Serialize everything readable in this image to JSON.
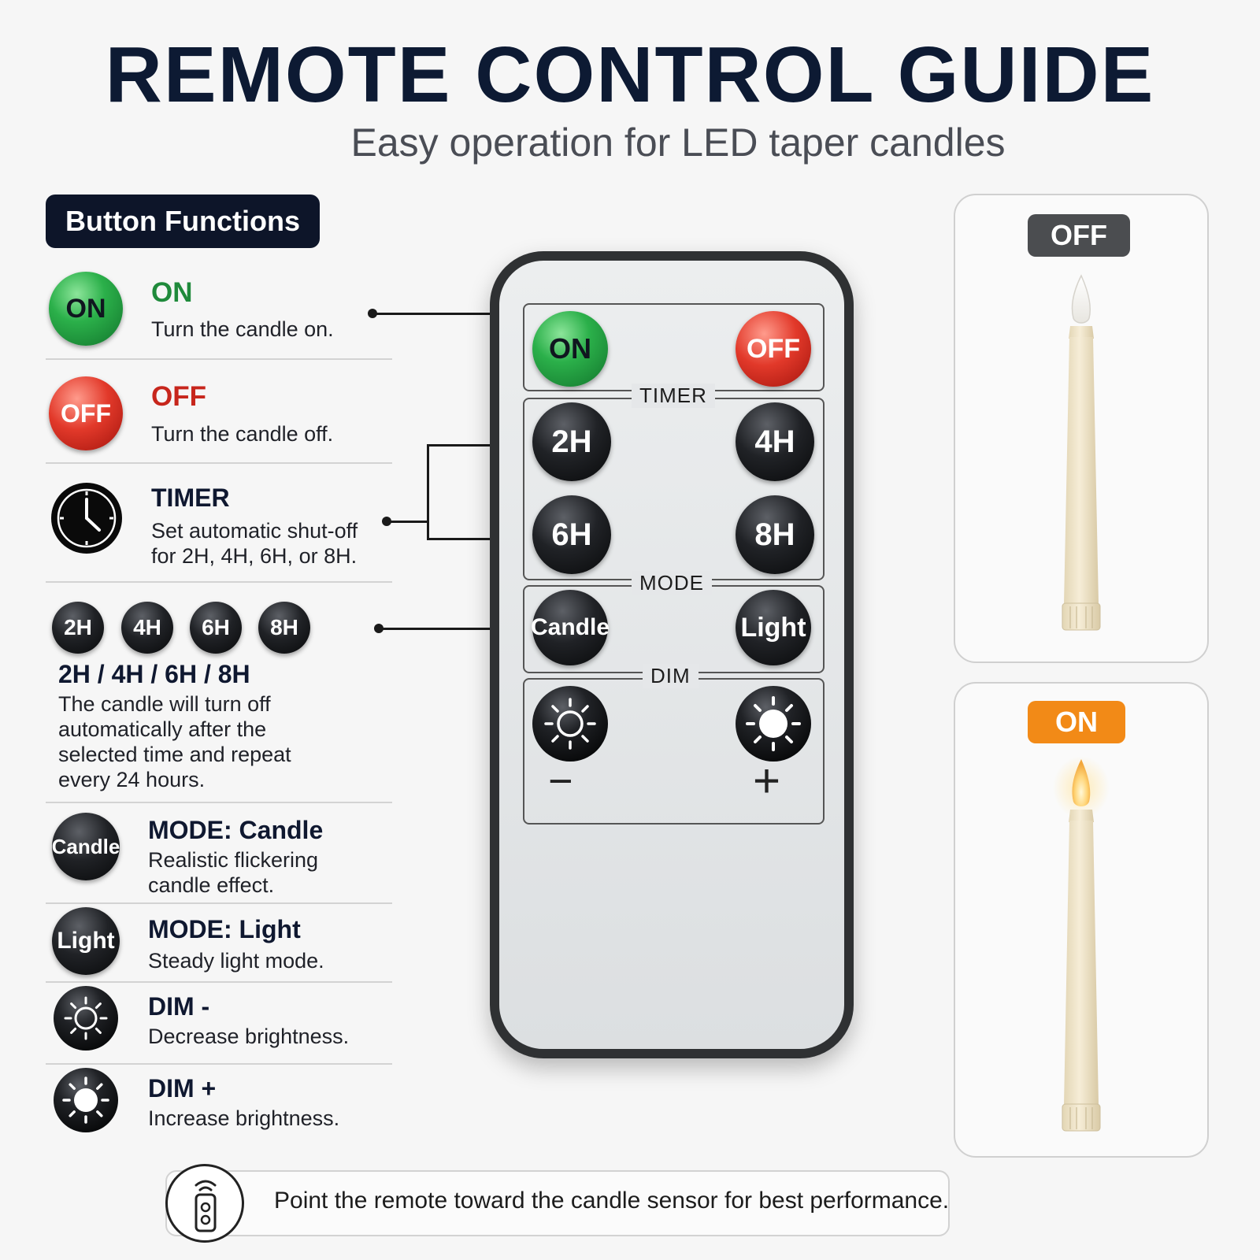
{
  "header": {
    "title": "REMOTE CONTROL GUIDE",
    "subtitle": "Easy operation for LED taper candles"
  },
  "section_label": "Button Functions",
  "functions": {
    "on": {
      "icon_text": "ON",
      "title": "ON",
      "desc": "Turn the candle on."
    },
    "off": {
      "icon_text": "OFF",
      "title": "OFF",
      "desc": "Turn the candle off."
    },
    "timer": {
      "title": "TIMER",
      "desc_line1": "Set automatic shut-off",
      "desc_line2": "for 2H, 4H, 6H, or 8H."
    },
    "hours": {
      "chips": [
        "2H",
        "4H",
        "6H",
        "8H"
      ],
      "title": "2H / 4H / 6H / 8H",
      "desc_lines": [
        "The candle will turn off",
        "automatically after the",
        "selected time and repeat",
        "every 24 hours."
      ]
    },
    "mode_candle": {
      "icon_text": "Candle",
      "title": "MODE: Candle",
      "desc_line1": "Realistic flickering",
      "desc_line2": "candle effect."
    },
    "mode_light": {
      "icon_text": "Light",
      "title": "MODE: Light",
      "desc": "Steady light mode."
    },
    "dim_minus": {
      "title": "DIM -",
      "desc": "Decrease brightness."
    },
    "dim_plus": {
      "title": "DIM +",
      "desc": "Increase brightness."
    }
  },
  "remote": {
    "on_label": "ON",
    "off_label": "OFF",
    "timer_label": "TIMER",
    "timer_buttons": [
      "2H",
      "4H",
      "6H",
      "8H"
    ],
    "mode_label": "MODE",
    "mode_candle": "Candle",
    "mode_light": "Light",
    "dim_label": "DIM",
    "dim_minus_sign": "−",
    "dim_plus_sign": "+"
  },
  "candles": {
    "off_badge": "OFF",
    "on_badge": "ON"
  },
  "tip": {
    "text": "Point the remote toward the candle sensor for best performance."
  },
  "colors": {
    "navy": "#0d1a33",
    "green_title": "#1f8a3b",
    "red_title": "#c7261c",
    "on_badge": "#f28a17",
    "off_badge": "#4b4d50"
  }
}
